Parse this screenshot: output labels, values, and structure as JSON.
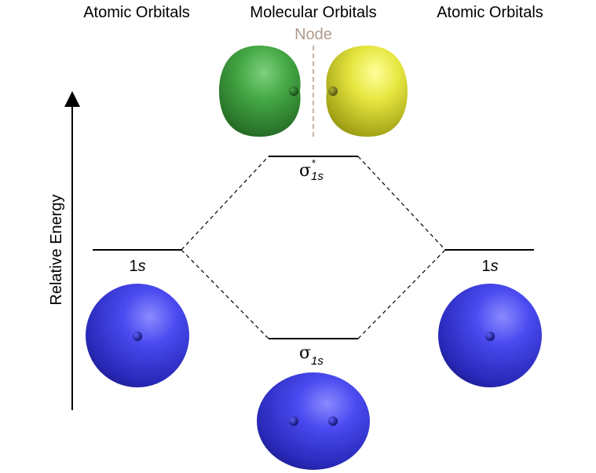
{
  "headers": {
    "left": "Atomic Orbitals",
    "center": "Molecular Orbitals",
    "right": "Atomic Orbitals"
  },
  "node_label": "Node",
  "axis_label": "Relative Energy",
  "atomic_orbital": {
    "number": "1",
    "letter": "s"
  },
  "antibonding": {
    "symbol": "σ",
    "subscript": "1s",
    "superscript": "*"
  },
  "bonding": {
    "symbol": "σ",
    "subscript": "1s"
  },
  "colors": {
    "s_orbital": "#3b3bd6",
    "antibonding_lobe_a": "#3fa63f",
    "antibonding_lobe_b": "#e0e040",
    "node_line": "#b09a8c",
    "level_line": "#000000"
  }
}
